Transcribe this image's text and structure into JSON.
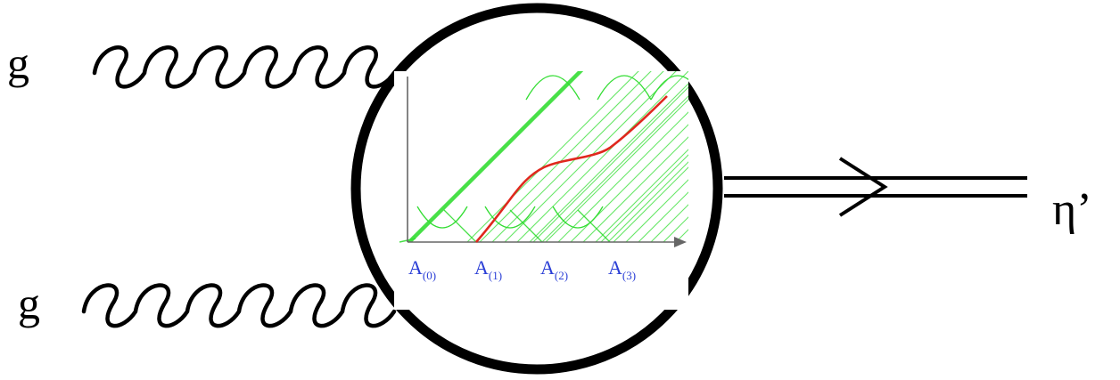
{
  "incoming": [
    {
      "label": "g"
    },
    {
      "label": "g"
    }
  ],
  "outgoing": {
    "label": "η’"
  },
  "inset": {
    "x_labels": [
      {
        "base": "A",
        "sub": "(0)"
      },
      {
        "base": "A",
        "sub": "(1)"
      },
      {
        "base": "A",
        "sub": "(2)"
      },
      {
        "base": "A",
        "sub": "(3)"
      }
    ]
  },
  "colors": {
    "line": "#000000",
    "bands": "#33dd33",
    "path": "#e0281e",
    "labels": "#2b3fd6"
  }
}
